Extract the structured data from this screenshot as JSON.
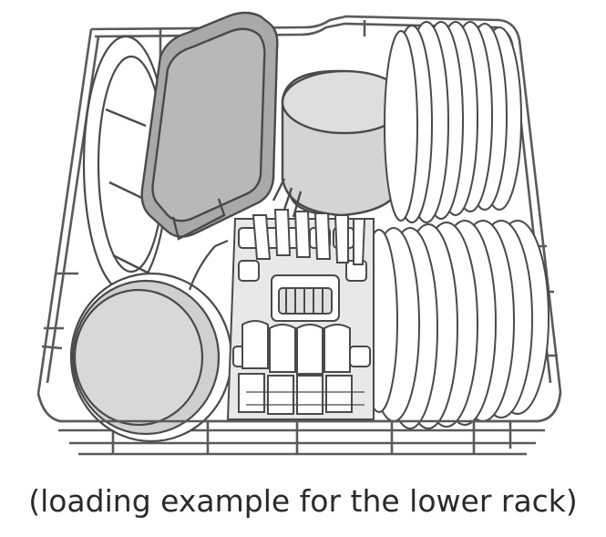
{
  "caption": "(loading example for the lower rack)",
  "colors": {
    "outline": "#4a4a4a",
    "wire": "#5a5a5a",
    "dish_fill": "#ffffff",
    "pan_fill": "#a9a9a9",
    "pot_fill": "#d4d4d4",
    "bowl_fill": "#d0d0d0",
    "basket_fill": "#e8e8e8"
  },
  "items": [
    "wire-rack",
    "large-plate",
    "baking-pan",
    "pot",
    "round-dish",
    "cutlery-basket",
    "plates-rear-right",
    "plates-front-right"
  ]
}
